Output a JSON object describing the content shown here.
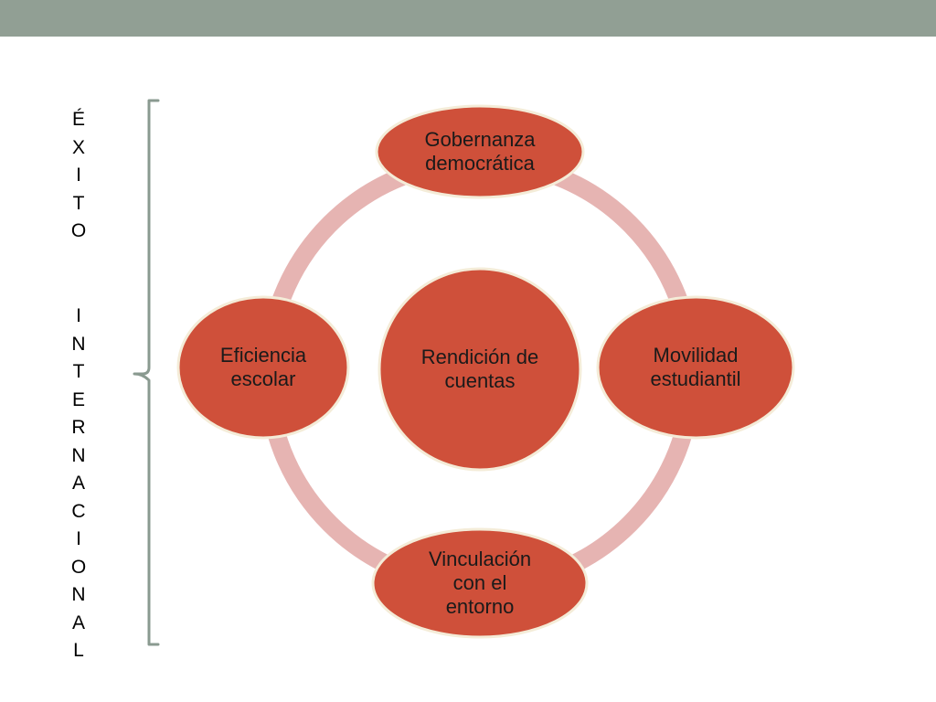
{
  "side_label": {
    "word1": [
      "É",
      "X",
      "I",
      "T",
      "O"
    ],
    "word2": [
      "I",
      "N",
      "T",
      "E",
      "R",
      "N",
      "A",
      "C",
      "I",
      "O",
      "N",
      "A",
      "L"
    ]
  },
  "diagram": {
    "center": {
      "label": [
        "Rendición de",
        "cuentas"
      ]
    },
    "top": {
      "label": [
        "Gobernanza",
        "democrática"
      ]
    },
    "right": {
      "label": [
        "Movilidad",
        "estudiantil"
      ]
    },
    "bottom": {
      "label": [
        "Vinculación",
        "con el",
        "entorno"
      ]
    },
    "left": {
      "label": [
        "Eficiencia",
        "escolar"
      ]
    }
  },
  "colors": {
    "top_bar": "#919f94",
    "node_fill": "#cf503a",
    "node_stroke": "#f4ecd8",
    "ring": "#e6b4b2",
    "bracket": "#8a9a90"
  }
}
